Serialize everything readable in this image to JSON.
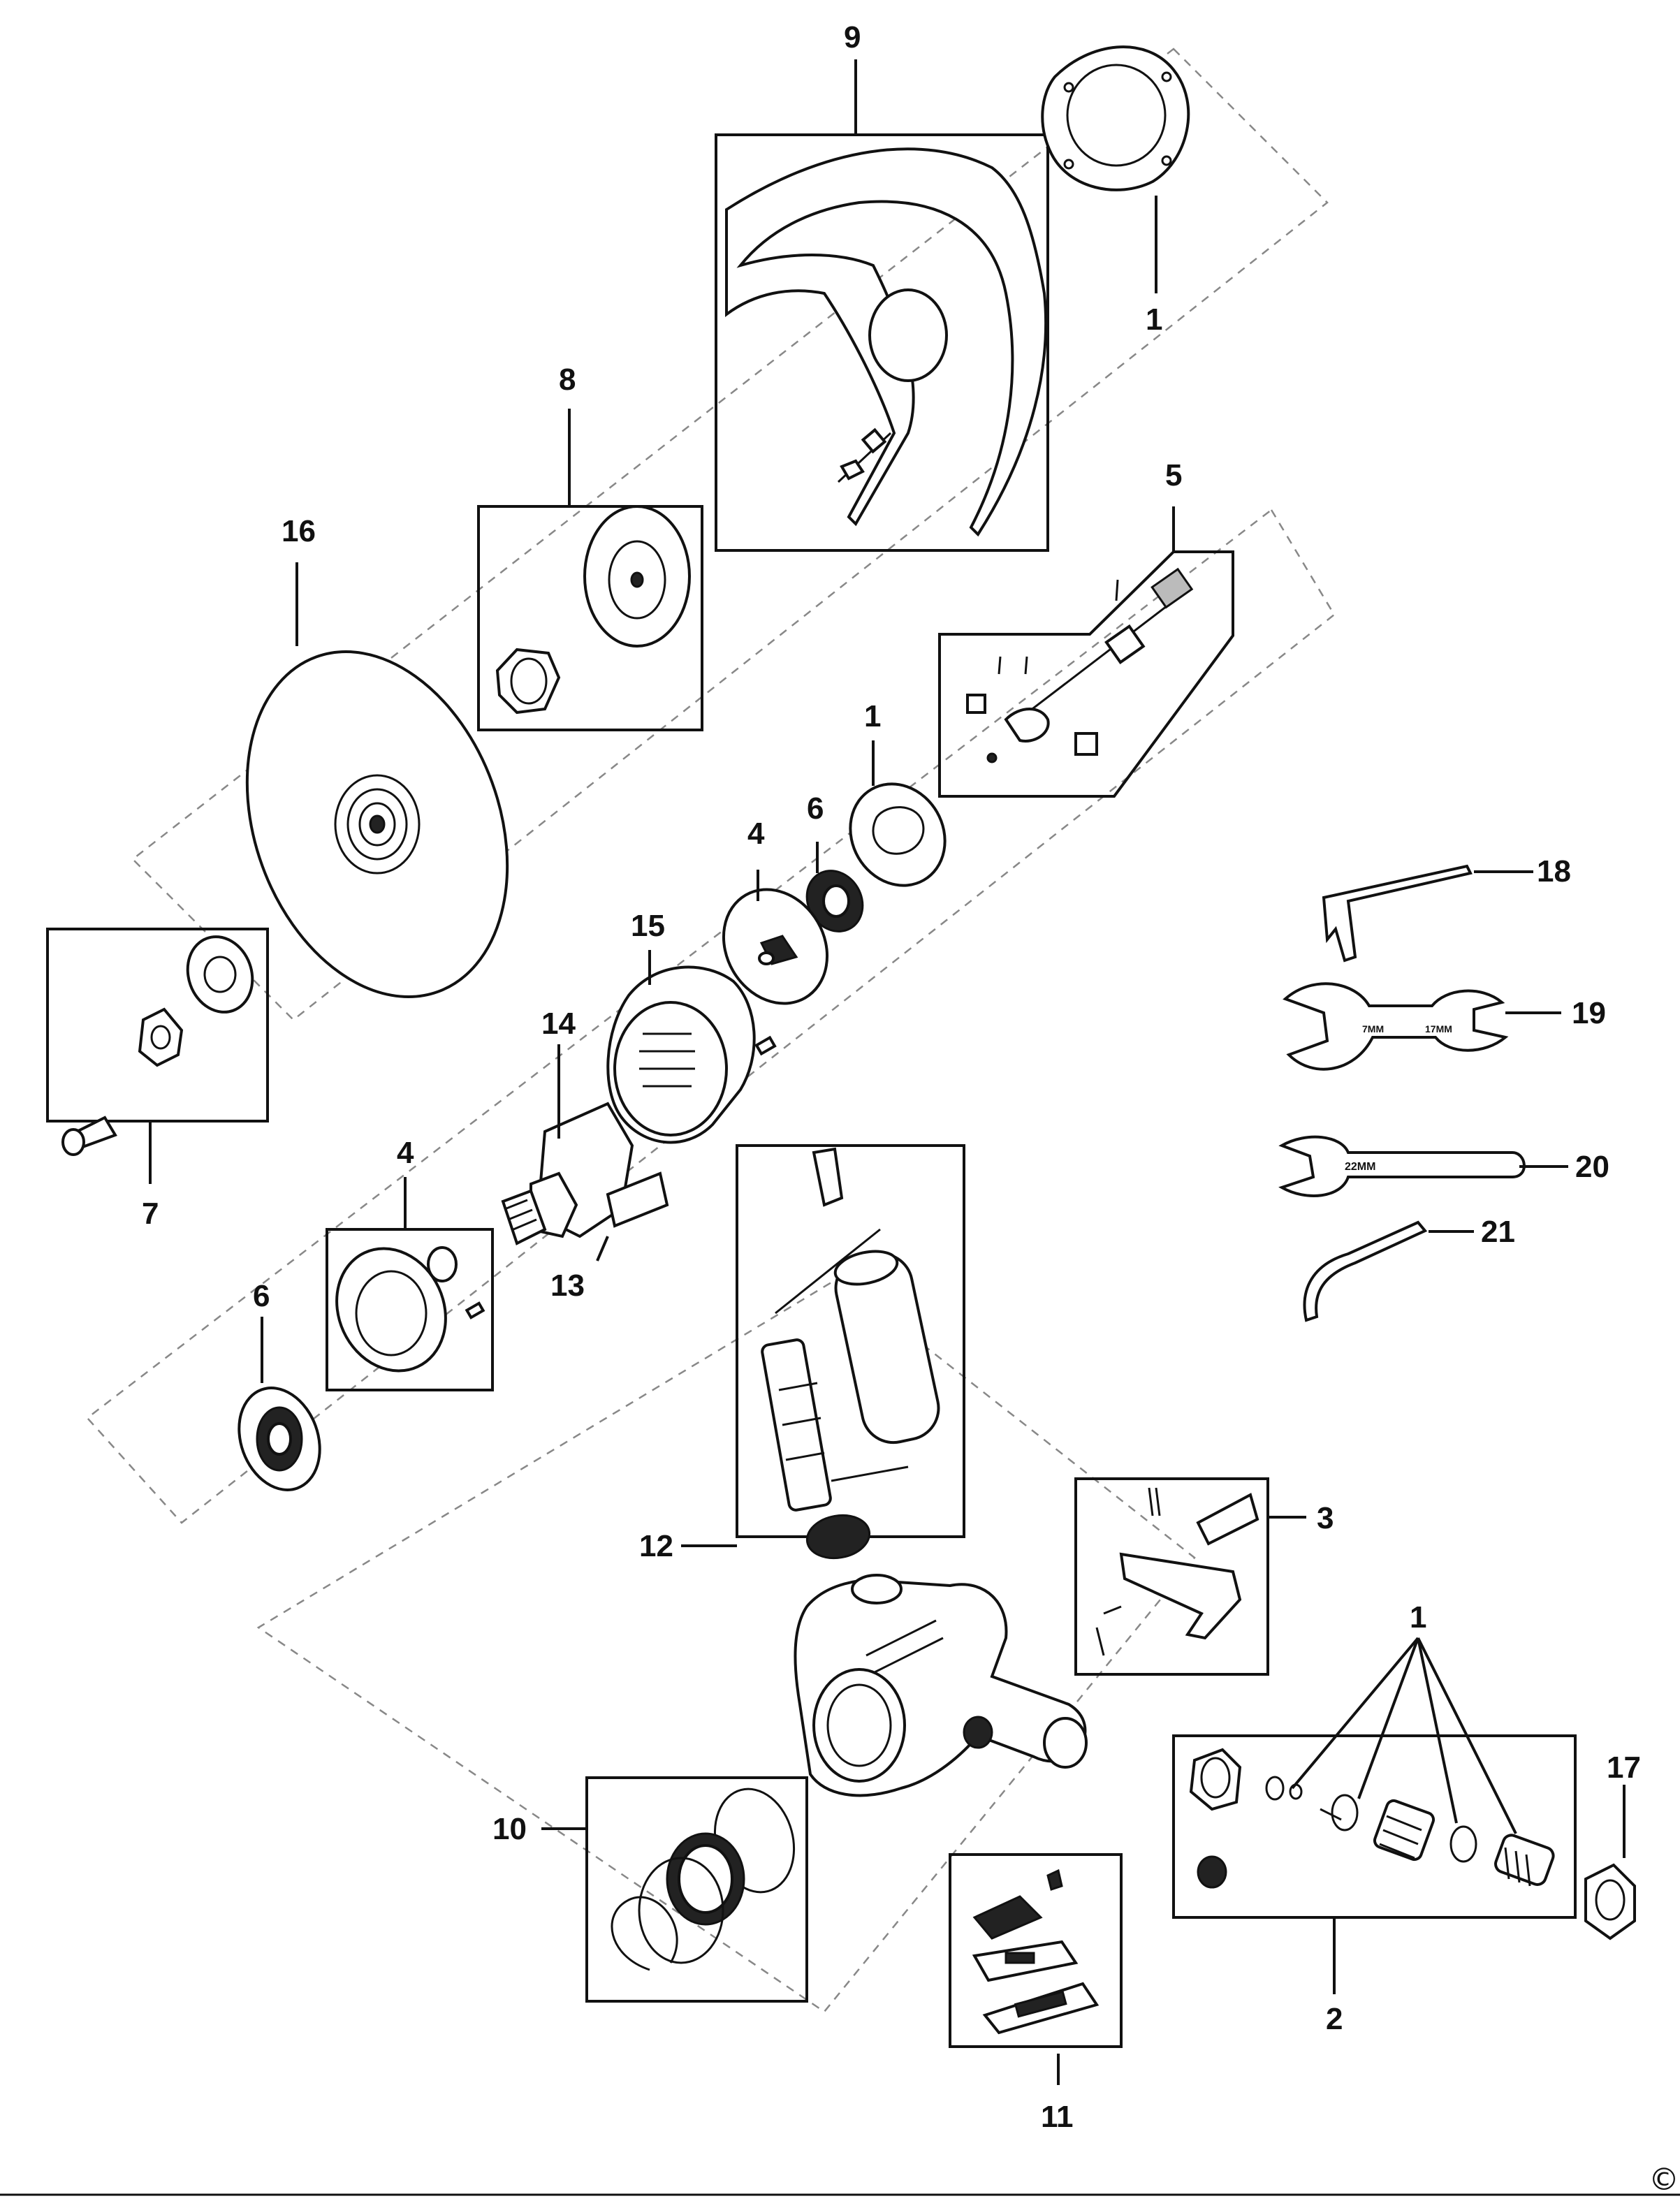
{
  "labels": {
    "p1_top": "1",
    "p1_mid": "1",
    "p1_right": "1",
    "p2": "2",
    "p3": "3",
    "p4_mid": "4",
    "p4_low": "4",
    "p5": "5",
    "p6_mid": "6",
    "p6_low": "6",
    "p7": "7",
    "p8": "8",
    "p9": "9",
    "p10": "10",
    "p11": "11",
    "p12": "12",
    "p13": "13",
    "p14": "14",
    "p15": "15",
    "p16": "16",
    "p17": "17",
    "p18": "18",
    "p19": "19",
    "p20": "20",
    "p21": "21"
  },
  "wrench_marks": {
    "w19_left": "7MM",
    "w19_right": "17MM",
    "w20": "22MM"
  },
  "copyright": "©"
}
